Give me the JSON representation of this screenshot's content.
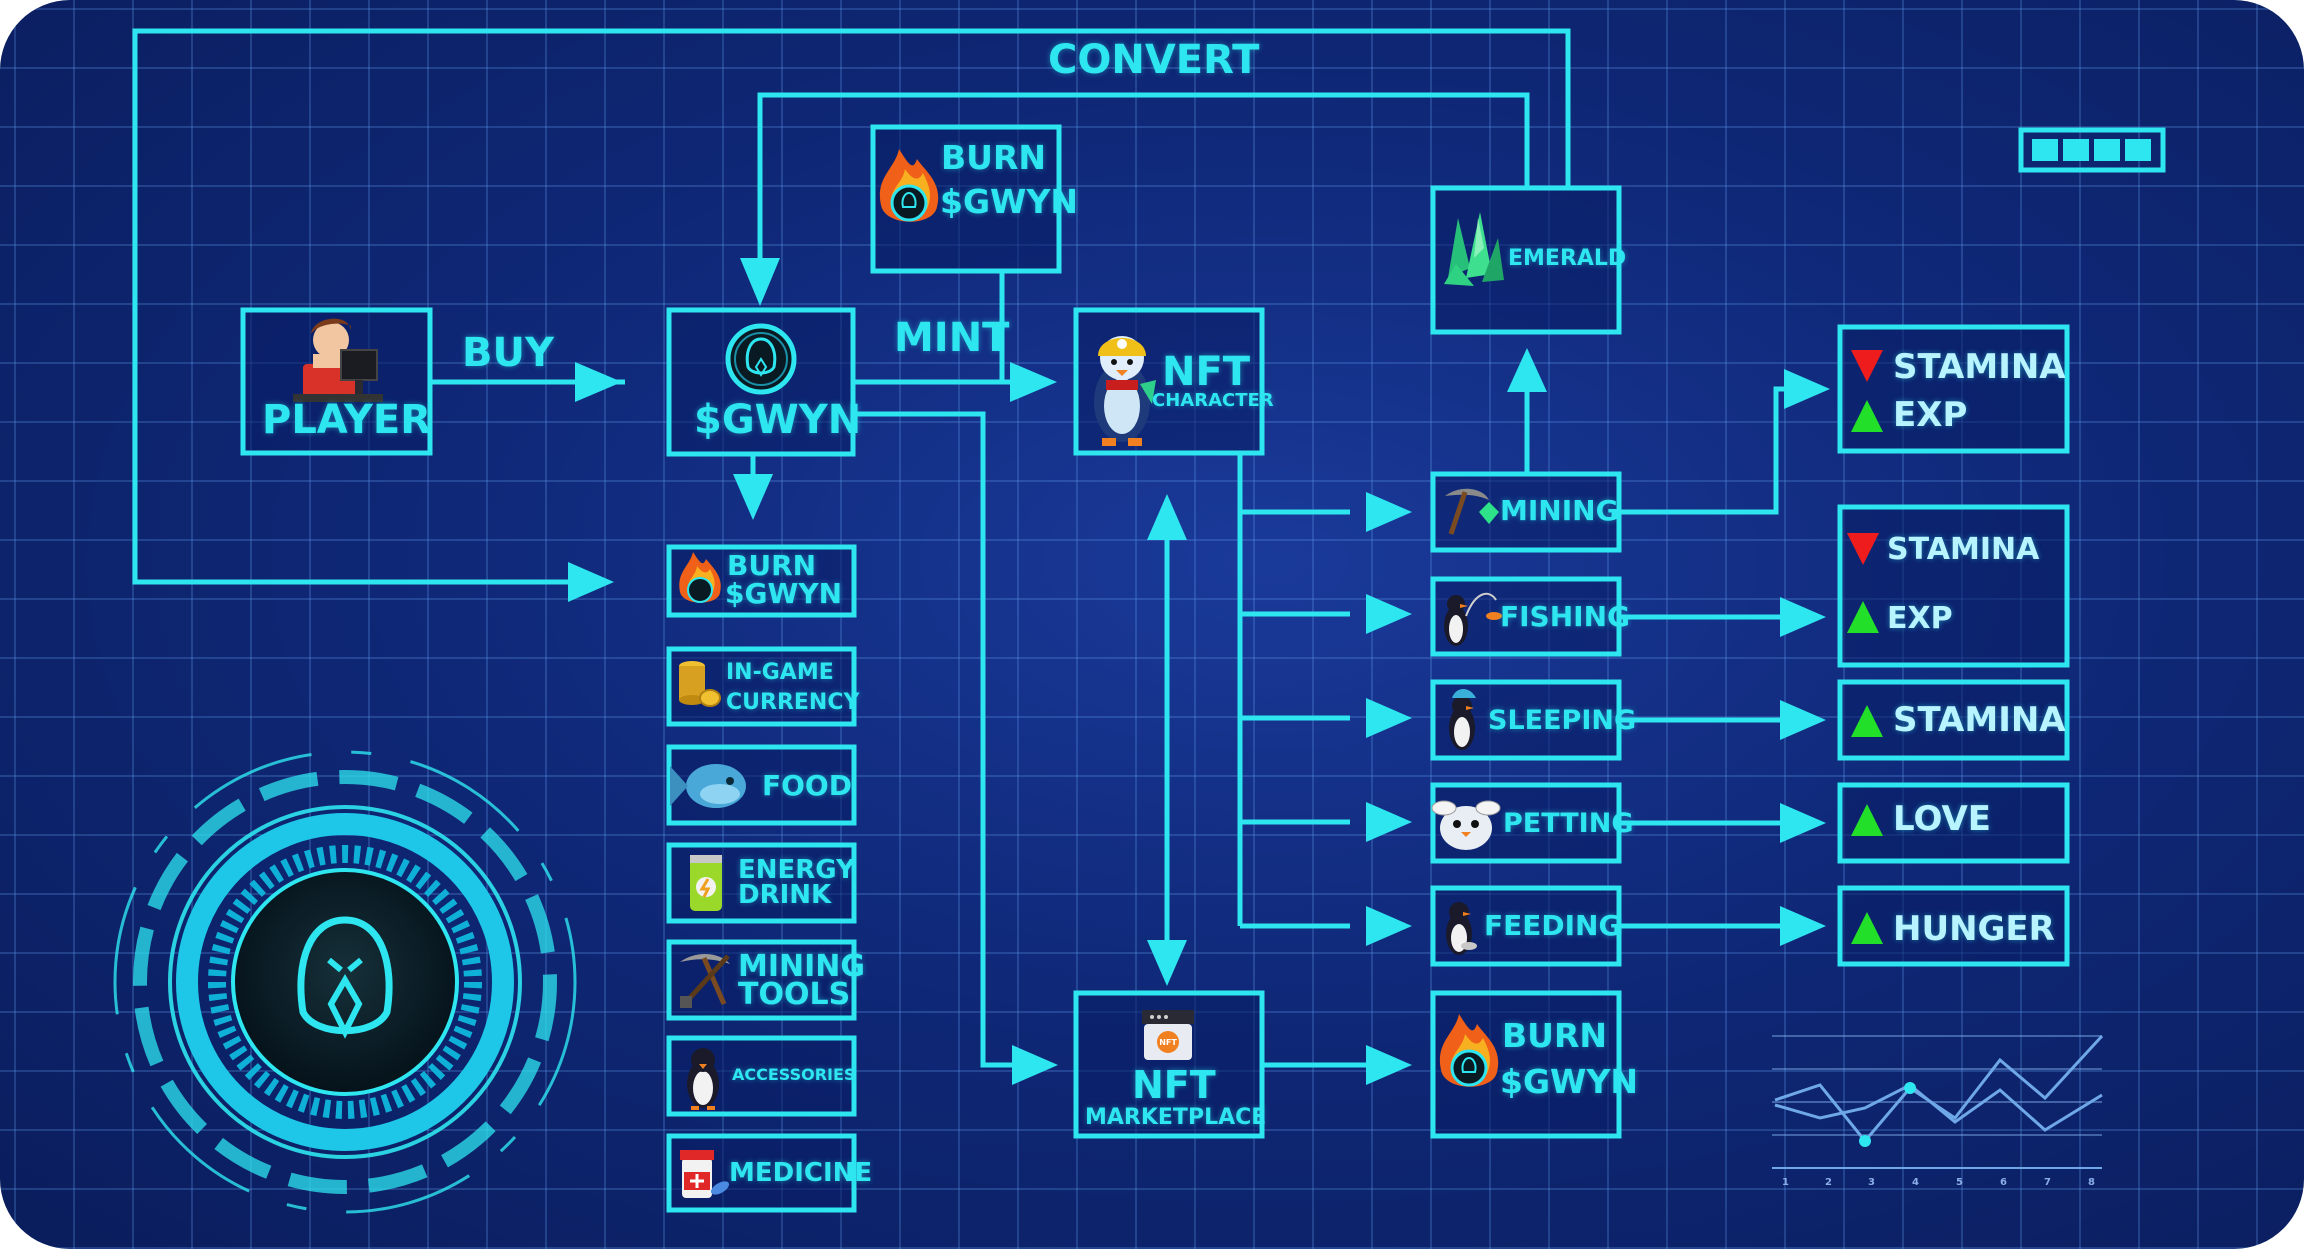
{
  "flow": {
    "convert": "CONVERT",
    "buy": "BUY",
    "mint": "MINT"
  },
  "nodes": {
    "player": "PLAYER",
    "gwyn": "$GWYN",
    "burn_top": [
      "BURN",
      "$GWYN"
    ],
    "nft_character": [
      "NFT",
      "CHARACTER"
    ],
    "emerald": "EMERALD",
    "burn_mid": [
      "BURN",
      "$GWYN"
    ],
    "nft_marketplace": [
      "NFT",
      "MARKETPLACE"
    ],
    "burn_bottom": [
      "BURN",
      "$GWYN"
    ]
  },
  "shop_items": {
    "in_game_currency": [
      "IN-GAME",
      "CURRENCY"
    ],
    "food": "FOOD",
    "energy_drink": [
      "ENERGY",
      "DRINK"
    ],
    "mining_tools": [
      "MINING",
      "TOOLS"
    ],
    "accessories": "ACCESSORIES",
    "medicine": "MEDICINE"
  },
  "activities": {
    "mining": "MINING",
    "fishing": "FISHING",
    "sleeping": "SLEEPING",
    "petting": "PETTING",
    "feeding": "FEEDING"
  },
  "results": {
    "mining": [
      "STAMINA",
      "EXP"
    ],
    "fishing": [
      "STAMINA",
      "EXP"
    ],
    "sleeping": "STAMINA",
    "petting": "LOVE",
    "feeding": "HUNGER"
  },
  "mini_chart_ticks": [
    "1",
    "2",
    "3",
    "4",
    "5",
    "6",
    "7",
    "8"
  ],
  "colors": {
    "line": "#2ee6f0",
    "up": "#22e02a",
    "down": "#ee1c1c",
    "background": "#0f2878"
  },
  "icons": {
    "player": "gamer-at-pc-icon",
    "gwyn": "penguin-coin-icon",
    "burn": "fire-coin-icon",
    "nft_character": "miner-penguin-icon",
    "emerald": "emerald-crystal-icon",
    "mining": "pickaxe-icon",
    "fishing": "fishing-penguin-icon",
    "sleeping": "sleeping-penguin-icon",
    "petting": "petting-hands-icon",
    "feeding": "feeding-penguin-icon",
    "nft_marketplace": "nft-shop-icon",
    "in_game_currency": "coin-stack-icon",
    "food": "fish-icon",
    "energy_drink": "energy-can-icon",
    "mining_tools": "pickaxe-shovel-icon",
    "accessories": "penguin-icon",
    "medicine": "medicine-bottle-icon"
  }
}
